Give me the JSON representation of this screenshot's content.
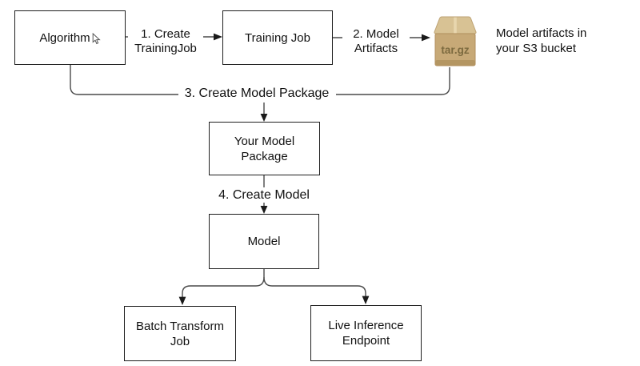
{
  "diagram": {
    "nodes": {
      "algorithm": {
        "label": "Algorithm"
      },
      "training_job": {
        "label": "Training Job"
      },
      "your_model_package": {
        "lines": [
          "Your Model",
          "Package"
        ]
      },
      "model": {
        "label": "Model"
      },
      "batch_transform_job": {
        "lines": [
          "Batch Transform",
          "Job"
        ]
      },
      "live_inference_endpoint": {
        "lines": [
          "Live Inference",
          "Endpoint"
        ]
      }
    },
    "edges": {
      "create_training_job": {
        "lines": [
          "1. Create",
          "TrainingJob"
        ]
      },
      "model_artifacts": {
        "lines": [
          "2. Model",
          "Artifacts"
        ]
      },
      "create_model_package": {
        "label": "3. Create Model Package"
      },
      "create_model": {
        "label": "4. Create Model"
      }
    },
    "s3": {
      "icon_label": "tar.gz",
      "caption_lines": [
        "Model artifacts in",
        "your S3 bucket"
      ]
    },
    "colors": {
      "connector": "#4a4a4a",
      "box_border": "#1f1f1f",
      "text": "#111111",
      "package_lid": "#d8c294",
      "package_body": "#c7a977",
      "package_shadow": "#ab8c58",
      "package_label": "#7c6a3f"
    }
  }
}
